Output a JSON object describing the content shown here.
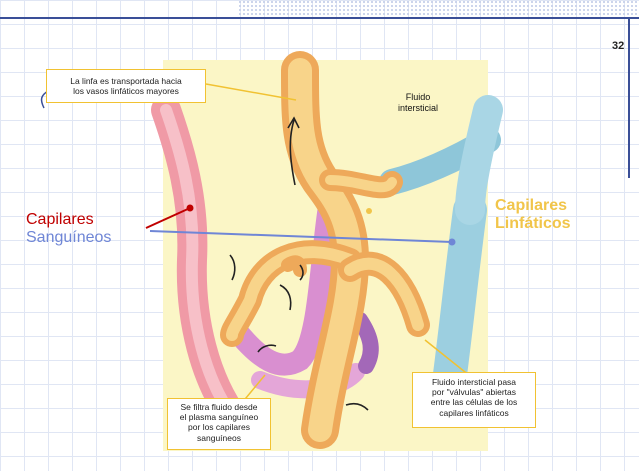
{
  "page_number": "32",
  "labels": {
    "blood_caps_line1": "Capilares",
    "blood_caps_line2": "Sanguíneos",
    "lymph_caps_line1": "Capilares",
    "lymph_caps_line2": "Linfáticos",
    "interstitial_line1": "Fluido",
    "interstitial_line2": "intersticial"
  },
  "callouts": {
    "top": [
      "La linfa es transportada hacia",
      "los vasos linfáticos mayores"
    ],
    "bottom_left": [
      "Se filtra fluido desde",
      "el plasma sanguíneo",
      "por los capilares",
      "sanguíneos"
    ],
    "bottom_right": [
      "Fluido intersticial pasa",
      "por \"válvulas\" abiertas",
      "entre las células de los",
      "capilares linfáticos"
    ]
  },
  "colors": {
    "blood": "#c00000",
    "blood_blue": "#6f86d6",
    "lymph": "#f1c54a",
    "callout_border": "#f1c232",
    "accent": "#3a4f98"
  }
}
